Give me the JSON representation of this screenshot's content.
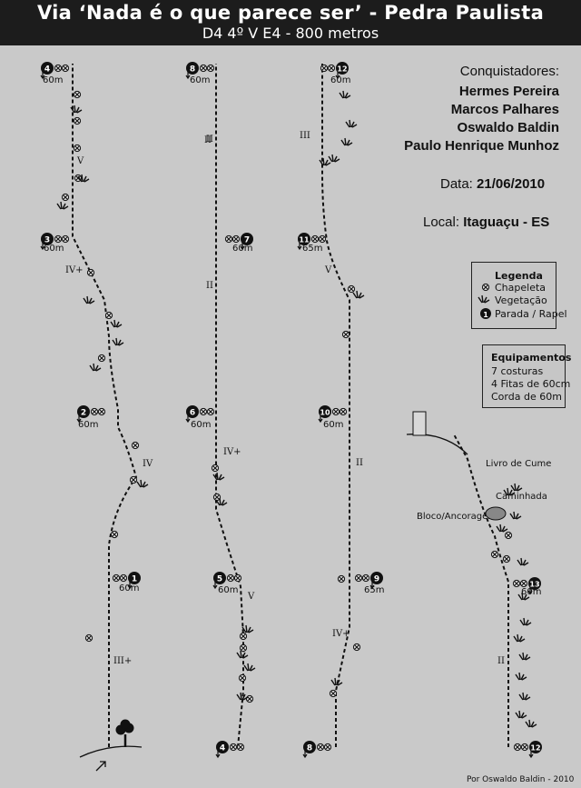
{
  "header": {
    "title": "Via ‘Nada é o que parece ser’ - Pedra Paulista",
    "subtitle": "D4 4º V E4   -   800 metros"
  },
  "credits": {
    "heading": "Conquistadores:",
    "names": [
      "Hermes Pereira",
      "Marcos Palhares",
      "Oswaldo Baldin",
      "Paulo Henrique Munhoz"
    ]
  },
  "date": {
    "label": "Data:",
    "value": "21/06/2010"
  },
  "location": {
    "label": "Local:",
    "value": "Itaguaçu - ES"
  },
  "legend": {
    "title": "Legenda",
    "items": [
      {
        "icon": "bolt-icon",
        "label": "Chapeleta"
      },
      {
        "icon": "vegetation-icon",
        "label": "Vegetação"
      },
      {
        "icon": "belay-stop-icon",
        "label": "Parada / Rapel"
      }
    ]
  },
  "equipment": {
    "title": "Equipamentos",
    "items": [
      "7 costuras",
      "4 Fitas de 60cm",
      "Corda de 60m"
    ]
  },
  "summit": {
    "book": "Livro de Cume",
    "trail": "Caminhada",
    "anchor": "Bloco/Ancoragem"
  },
  "belays": [
    {
      "n": "1",
      "length": "60m"
    },
    {
      "n": "2",
      "length": "60m"
    },
    {
      "n": "3",
      "length": "60m"
    },
    {
      "n": "4",
      "length": "60m"
    },
    {
      "n": "5",
      "length": "60m"
    },
    {
      "n": "6",
      "length": "60m"
    },
    {
      "n": "7",
      "length": "60m"
    },
    {
      "n": "8",
      "length": "60m"
    },
    {
      "n": "9",
      "length": "65m"
    },
    {
      "n": "10",
      "length": "60m"
    },
    {
      "n": "11",
      "length": "65m"
    },
    {
      "n": "12",
      "length": "60m"
    },
    {
      "n": "13",
      "length": "60m"
    }
  ],
  "grades": [
    "III+",
    "IV",
    "IV+",
    "V",
    "V",
    "IV+",
    "II",
    "II",
    "II",
    "IV+",
    "II",
    "V",
    "III",
    "II"
  ],
  "author": "Por Oswaldo Baldin - 2010",
  "colors": {
    "background": "#c9c9c9",
    "header": "#1c1c1c",
    "line": "#111111"
  }
}
